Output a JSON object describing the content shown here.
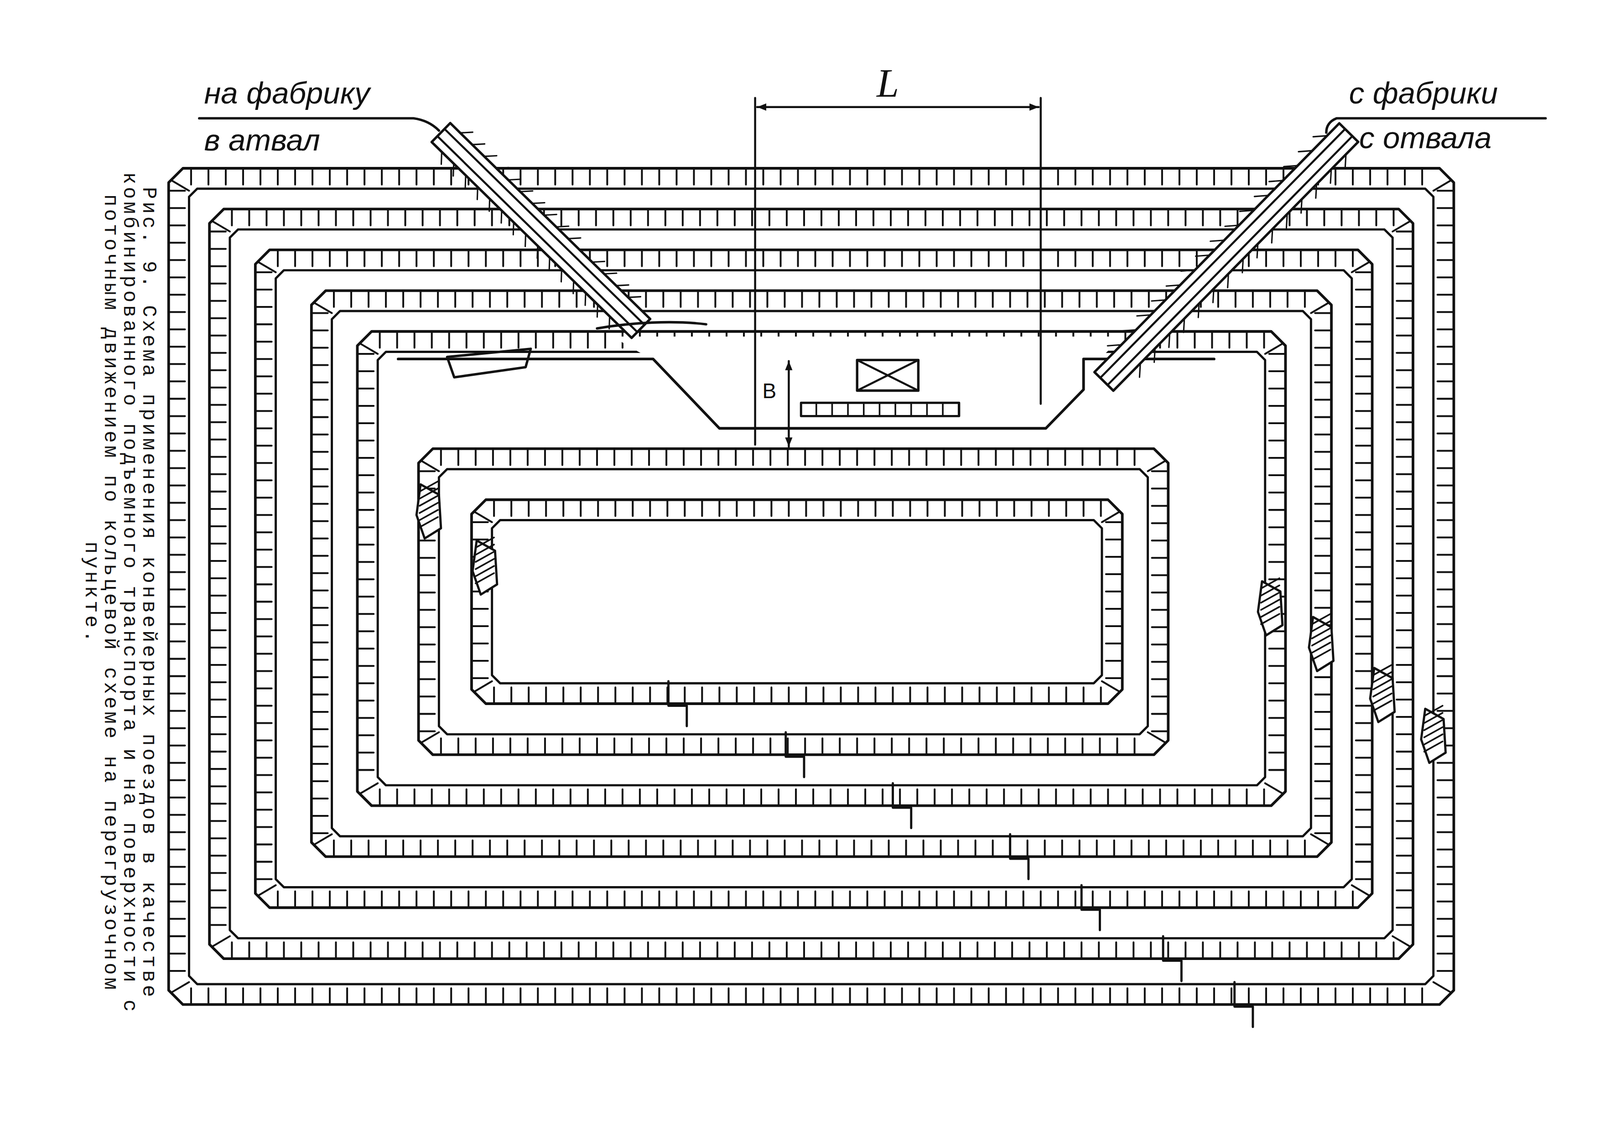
{
  "diagram": {
    "caption": "Рис. 9. Схема применения конвейерных поездов в качестве комбинированного подъемного транспорта и на поверхности с поточным движением по кольцевой схеме на перегрузочном пункте.",
    "labels": [
      "на фабрику",
      "в атвал",
      "с фабрики",
      "с отвала",
      "L",
      "В"
    ]
  }
}
